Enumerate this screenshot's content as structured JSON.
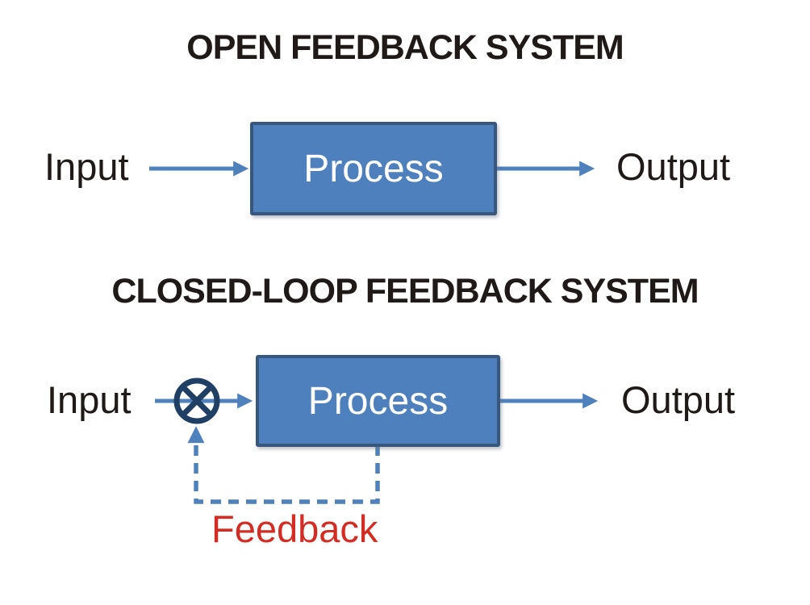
{
  "colors": {
    "arrow_blue": "#4f81bd",
    "box_fill": "#4d80bc",
    "box_border": "#37577c",
    "junction_navy": "#1f4064",
    "feedback_red": "#d42b22",
    "text_black": "#1f1a17",
    "background": "#ffffff"
  },
  "open_system": {
    "title": "OPEN FEEDBACK SYSTEM",
    "input_label": "Input",
    "process_label": "Process",
    "output_label": "Output"
  },
  "closed_system": {
    "title": "CLOSED-LOOP FEEDBACK SYSTEM",
    "input_label": "Input",
    "process_label": "Process",
    "output_label": "Output",
    "feedback_label": "Feedback"
  }
}
